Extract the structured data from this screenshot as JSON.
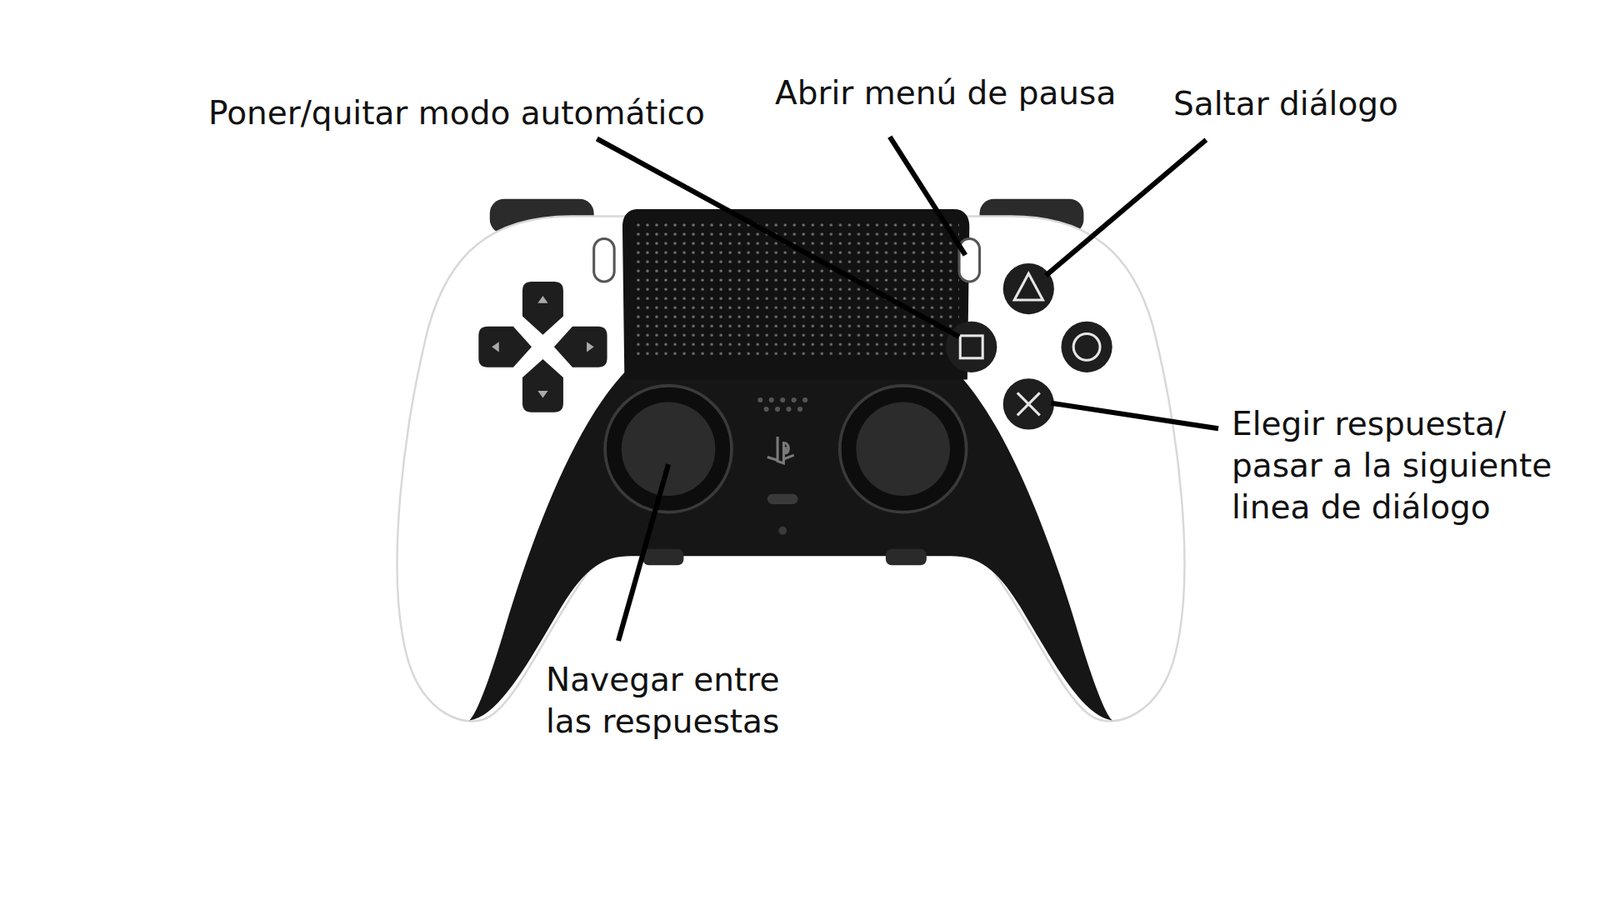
{
  "diagram": {
    "labels": [
      "Poner/quitar modo automático",
      "Abrir menú de pausa",
      "Saltar diálogo",
      "Elegir respuesta/ pasar a la siguiente linea de diálogo",
      "Navegar entre las respuestas"
    ]
  }
}
